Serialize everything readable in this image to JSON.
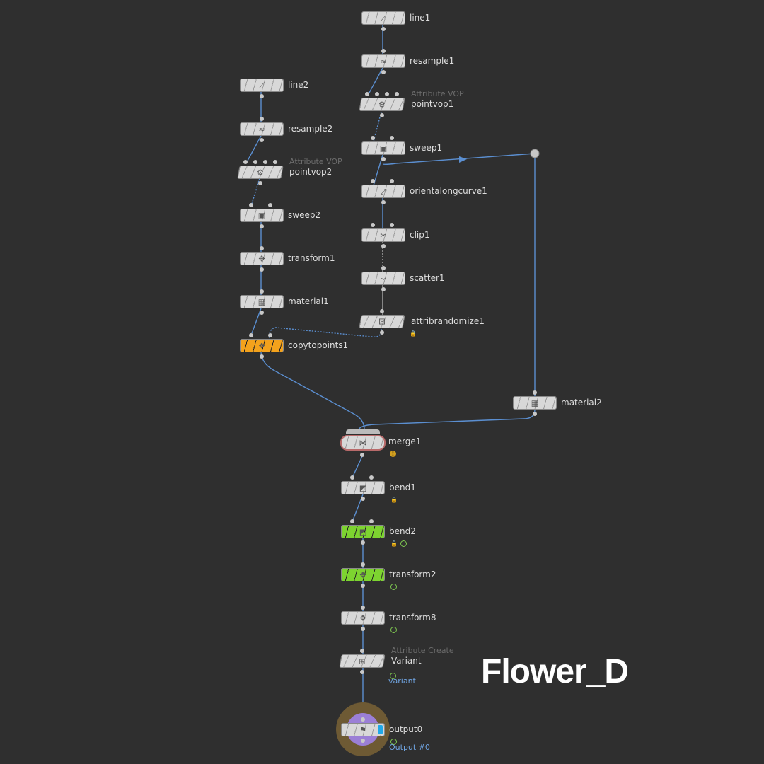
{
  "title": "Flower_D",
  "colors": {
    "background": "#2f2f2f",
    "wire": "#5b8fd1",
    "selected_orange": "#f3a21c",
    "display_green": "#7dd430",
    "output_ring": "#6e5a34",
    "output_inner": "#9b7fd6"
  },
  "nodes": [
    {
      "id": "line1",
      "label": "line1",
      "icon": "line-icon"
    },
    {
      "id": "resample1",
      "label": "resample1",
      "icon": "resample-icon"
    },
    {
      "id": "pointvop1",
      "label": "pointvop1",
      "subtitle": "Attribute VOP",
      "icon": "vop-icon"
    },
    {
      "id": "sweep1",
      "label": "sweep1",
      "icon": "sweep-icon"
    },
    {
      "id": "orientalongcurve1",
      "label": "orientalongcurve1",
      "icon": "orient-icon"
    },
    {
      "id": "clip1",
      "label": "clip1",
      "icon": "clip-icon"
    },
    {
      "id": "scatter1",
      "label": "scatter1",
      "icon": "scatter-icon"
    },
    {
      "id": "attribrandomize1",
      "label": "attribrandomize1",
      "icon": "randomize-icon",
      "flags": [
        "lock"
      ]
    },
    {
      "id": "line2",
      "label": "line2",
      "icon": "line-icon"
    },
    {
      "id": "resample2",
      "label": "resample2",
      "icon": "resample-icon"
    },
    {
      "id": "pointvop2",
      "label": "pointvop2",
      "subtitle": "Attribute VOP",
      "icon": "vop-icon"
    },
    {
      "id": "sweep2",
      "label": "sweep2",
      "icon": "sweep-icon"
    },
    {
      "id": "transform1",
      "label": "transform1",
      "icon": "transform-icon"
    },
    {
      "id": "material1",
      "label": "material1",
      "icon": "material-icon"
    },
    {
      "id": "copytopoints1",
      "label": "copytopoints1",
      "icon": "copy-icon",
      "color": "#f3a21c"
    },
    {
      "id": "material2",
      "label": "material2",
      "icon": "material-icon"
    },
    {
      "id": "merge1",
      "label": "merge1",
      "icon": "merge-icon",
      "flags": [
        "warning"
      ]
    },
    {
      "id": "bend1",
      "label": "bend1",
      "icon": "bend-icon",
      "flags": [
        "lock"
      ]
    },
    {
      "id": "bend2",
      "label": "bend2",
      "icon": "bend-icon",
      "color": "#7dd430",
      "flags": [
        "lock",
        "ok"
      ]
    },
    {
      "id": "transform2",
      "label": "transform2",
      "icon": "transform-icon",
      "color": "#7dd430",
      "flags": [
        "ok"
      ]
    },
    {
      "id": "transform8",
      "label": "transform8",
      "icon": "transform-icon",
      "flags": [
        "ok"
      ]
    },
    {
      "id": "variant",
      "label": "Variant",
      "subtitle": "Attribute Create",
      "icon": "attribcreate-icon",
      "flags": [
        "ok"
      ],
      "extra": "variant"
    },
    {
      "id": "output0",
      "label": "output0",
      "icon": "output-icon",
      "flags": [
        "ok"
      ],
      "extra": "Output #0"
    }
  ]
}
